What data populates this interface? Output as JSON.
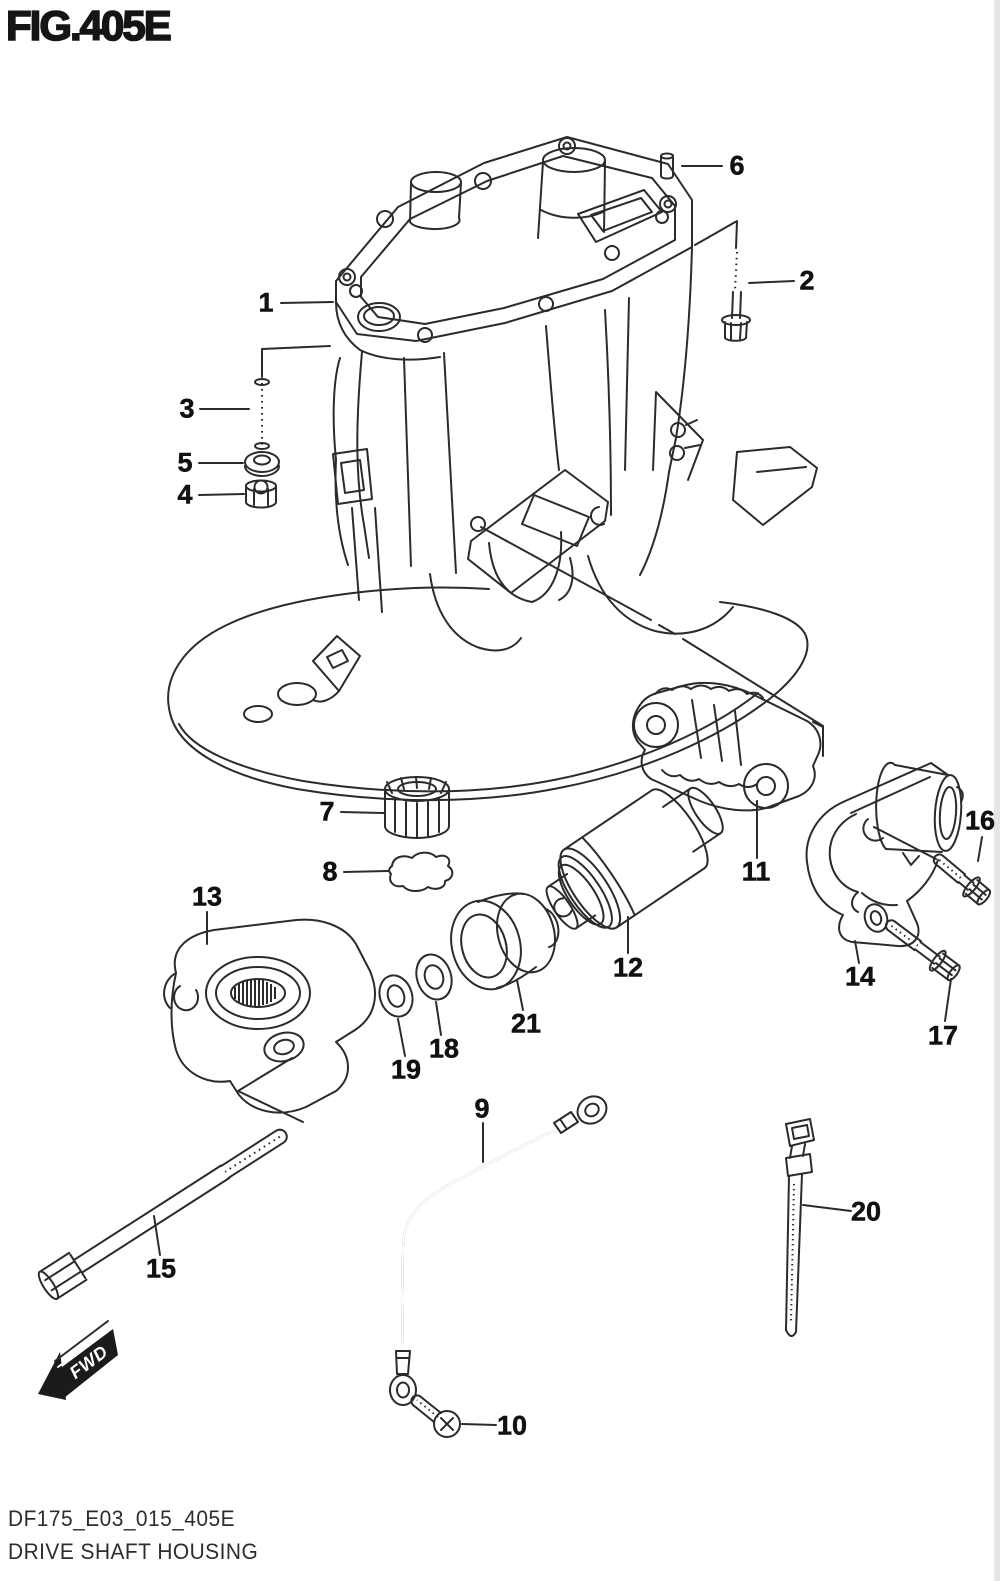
{
  "page": {
    "title": "FIG.405E",
    "footer_code": "DF175_E03_015_405E",
    "footer_caption": "DRIVE SHAFT HOUSING",
    "fwd_label": "FWD",
    "background_color": "#ffffff",
    "line_color": "#2b2b2b",
    "text_color": "#111111"
  },
  "diagram": {
    "kind": "exploded-parts-diagram",
    "subject": "Drive shaft housing",
    "callouts": [
      {
        "n": "1"
      },
      {
        "n": "2"
      },
      {
        "n": "3"
      },
      {
        "n": "4"
      },
      {
        "n": "5"
      },
      {
        "n": "6"
      },
      {
        "n": "7"
      },
      {
        "n": "8"
      },
      {
        "n": "9"
      },
      {
        "n": "10"
      },
      {
        "n": "11"
      },
      {
        "n": "12"
      },
      {
        "n": "13"
      },
      {
        "n": "14"
      },
      {
        "n": "15"
      },
      {
        "n": "16"
      },
      {
        "n": "17"
      },
      {
        "n": "18"
      },
      {
        "n": "19"
      },
      {
        "n": "20"
      },
      {
        "n": "21"
      }
    ]
  }
}
